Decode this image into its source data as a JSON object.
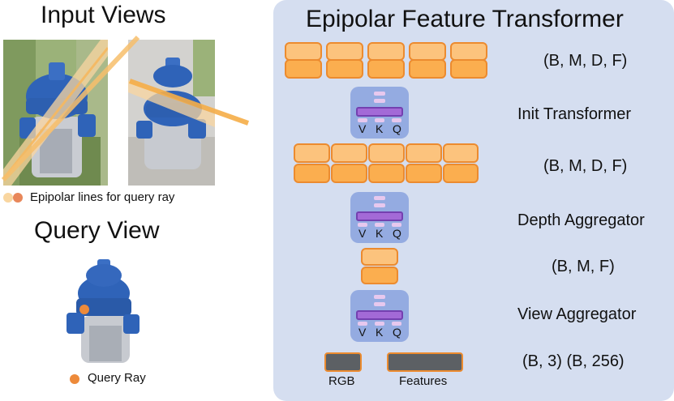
{
  "left": {
    "input_title": "Input Views",
    "epipolar_caption": "Epipolar lines for query ray",
    "query_title": "Query View",
    "query_caption": "Query Ray"
  },
  "panel": {
    "title": "Epipolar Feature Transformer",
    "shape1": "(B, M, D, F)",
    "init_label": "Init Transformer",
    "shape2": "(B, M, D, F)",
    "depth_label": "Depth Aggregator",
    "shape3": "(B, M, F)",
    "view_label": "View Aggregator",
    "shape4": "(B, 3) (B, 256)",
    "rgb_label": "RGB",
    "features_label": "Features",
    "attn_letters": [
      "V",
      "K",
      "Q"
    ]
  },
  "colors": {
    "panel_bg": "#d5def0",
    "feature_fill": "#fcc37d",
    "feature_border": "#ec8b2f",
    "transformer_block": "#94abe1",
    "attention_bar": "#a36ad7",
    "output_box": "#5c6064",
    "epipolar_light": "#f9d6a0",
    "epipolar_dark": "#e8875a",
    "query_ray_dot": "#ed8a3a"
  },
  "icons": [
    "fire-hydrant-photo-1",
    "fire-hydrant-photo-2",
    "fire-hydrant-query-photo"
  ]
}
